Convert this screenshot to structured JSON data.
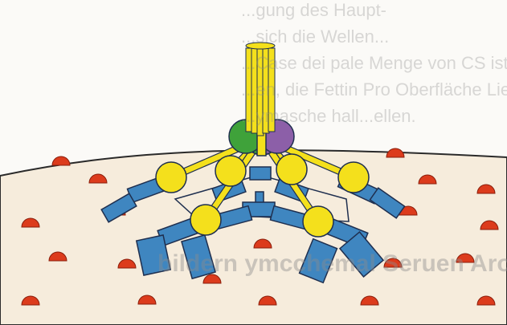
{
  "bleed_through_text": {
    "top_lines": [
      "...gung des Haupt-",
      "...sich die Wellen...",
      "...Case dei pale Menge von CS ist...",
      "...en, die Fettin Pro Oberfläche Lieser",
      "...ymasche hall...ellen."
    ],
    "bottom_line": "bildern ymcchemal Seruen Aron"
  },
  "colors": {
    "background": "#fbfaf7",
    "surface": "#f6ecdc",
    "surface_line": "#2a2a2a",
    "stalk": "#f4e01c",
    "knob_yellow": "#f4e01c",
    "knob_green": "#3fa23a",
    "knob_purple": "#8c5fa8",
    "arm_blue": "#3f86c0",
    "outline": "#1f2f4f",
    "dot_red": "#dc3b1c"
  },
  "icons": [
    "virus-spike",
    "lipid-membrane",
    "surface-receptor-dots"
  ]
}
